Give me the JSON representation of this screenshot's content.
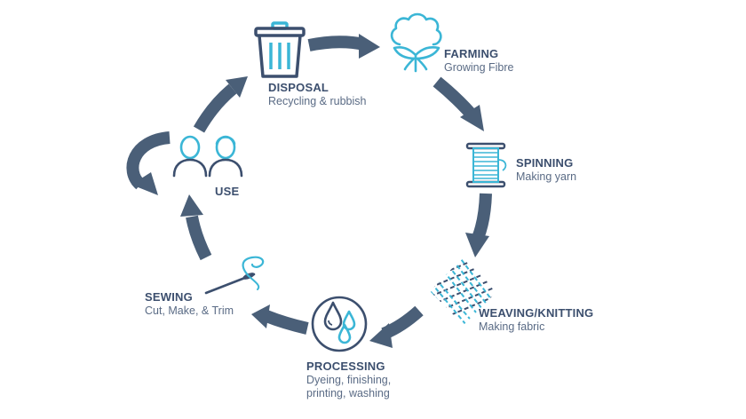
{
  "colors": {
    "arrow": "#4a5f78",
    "navy": "#3c4f6e",
    "teal": "#3bb6d6",
    "text": "#5a6b85"
  },
  "stages": {
    "farming": {
      "title": "FARMING",
      "sub": "Growing Fibre",
      "icon": "cotton-icon"
    },
    "spinning": {
      "title": "SPINNING",
      "sub": "Making yarn",
      "icon": "spool-icon"
    },
    "weaving": {
      "title": "WEAVING/KNITTING",
      "sub": "Making fabric",
      "icon": "fabric-weave-icon"
    },
    "processing": {
      "title": "PROCESSING",
      "sub": "Dyeing, finishing,",
      "sub2": "printing, washing",
      "icon": "water-drops-icon"
    },
    "sewing": {
      "title": "SEWING",
      "sub": "Cut, Make, & Trim",
      "icon": "needle-thread-icon"
    },
    "use": {
      "title": "USE",
      "icon": "people-icon"
    },
    "disposal": {
      "title": "DISPOSAL",
      "sub": "Recycling & rubbish",
      "icon": "trash-bin-icon"
    }
  }
}
